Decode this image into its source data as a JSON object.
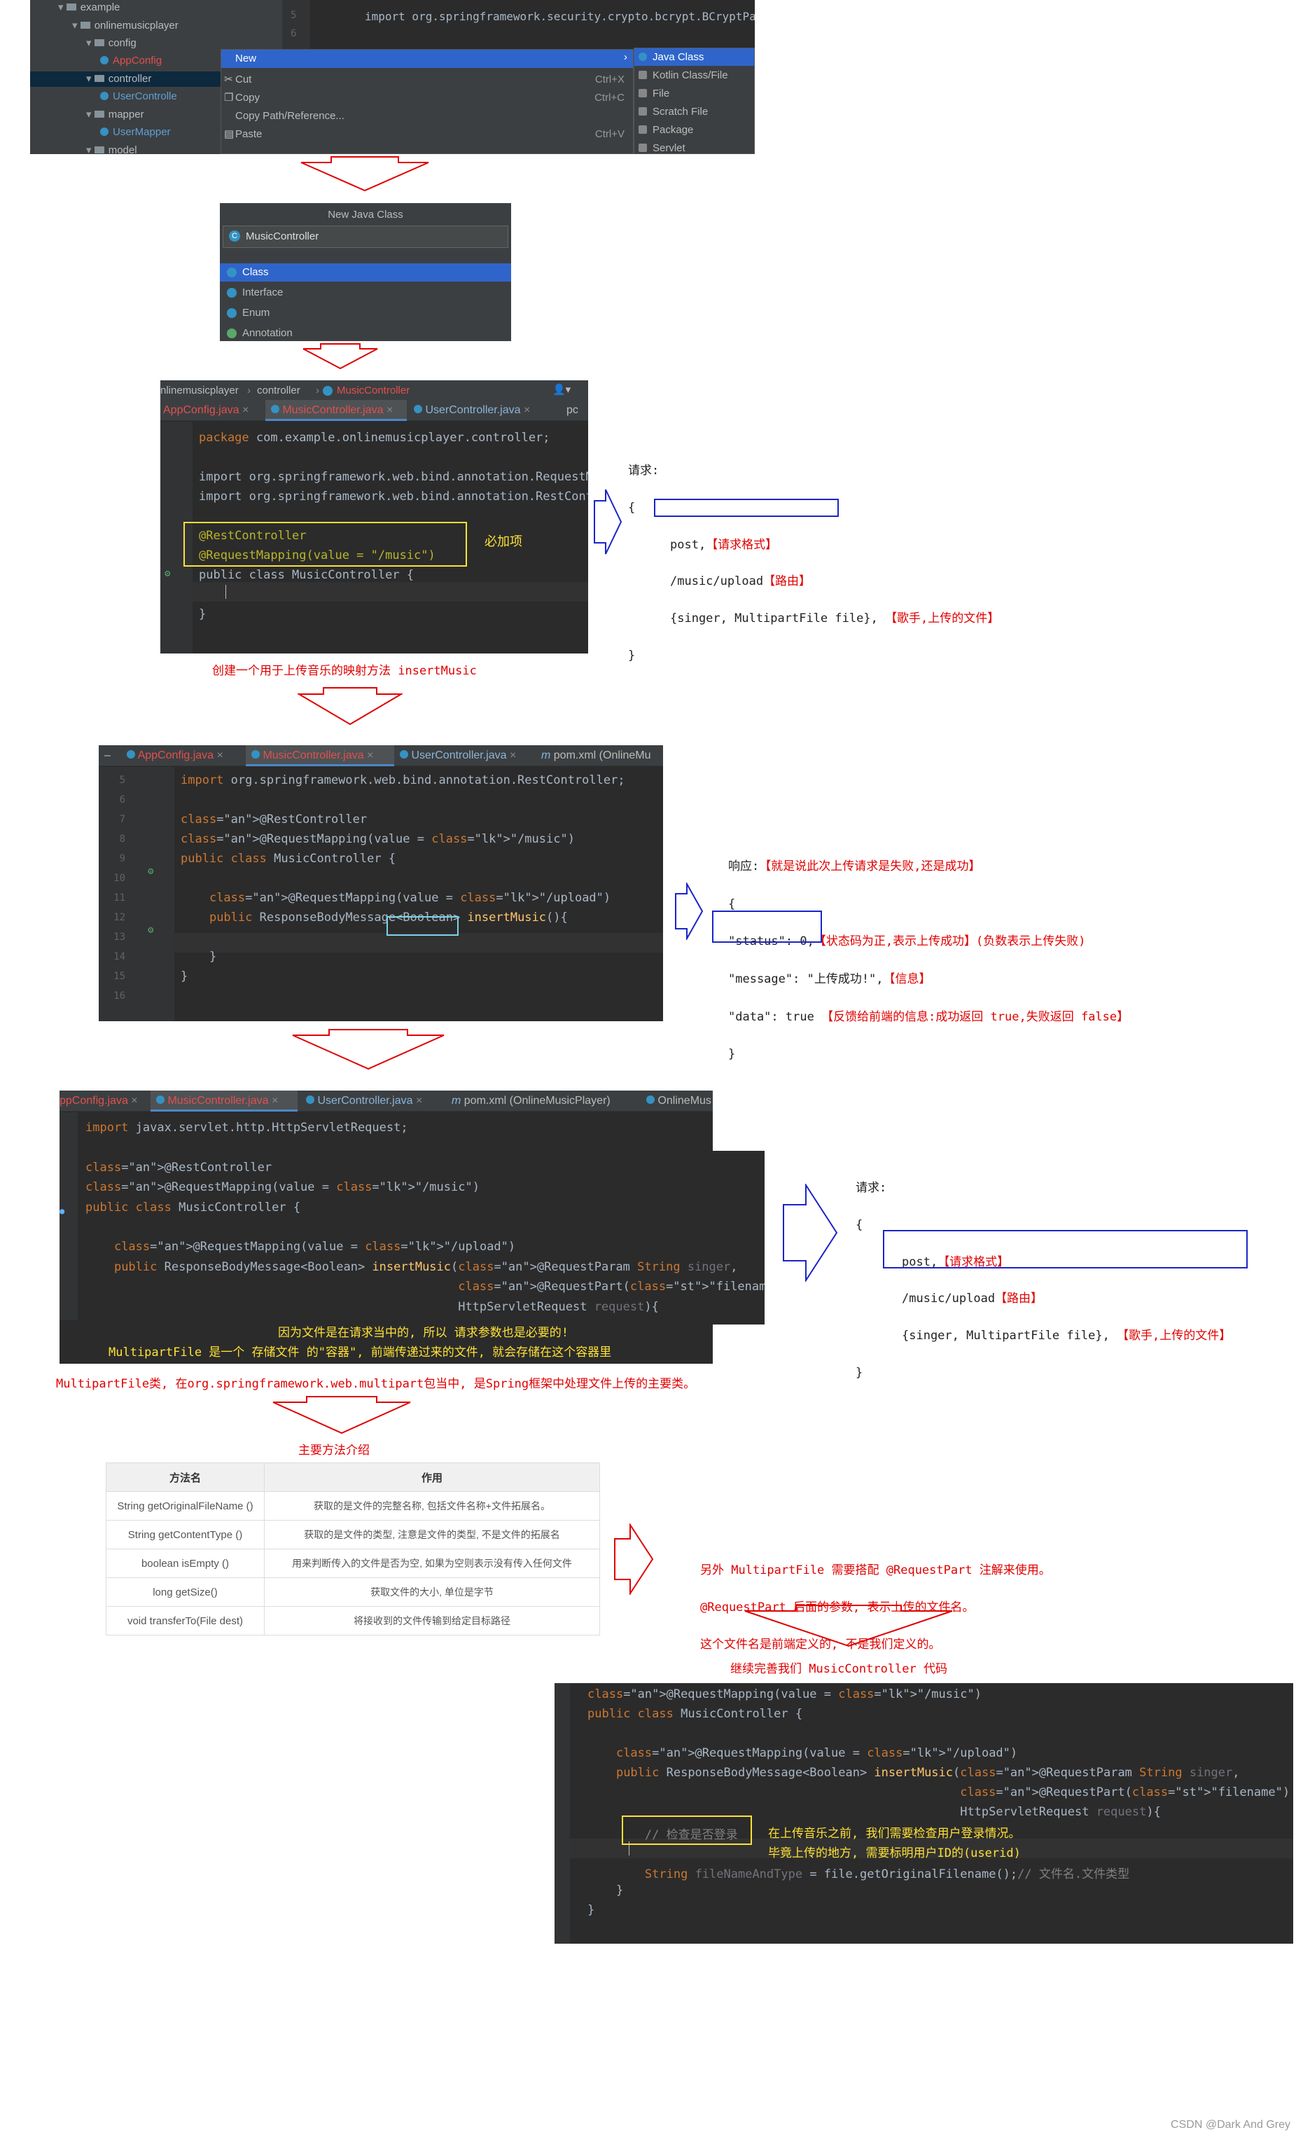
{
  "s1": {
    "tree": [
      {
        "label": "example",
        "indent": 0
      },
      {
        "label": "onlinemusicplayer",
        "indent": 1
      },
      {
        "label": "config",
        "indent": 2
      },
      {
        "label": "AppConfig",
        "indent": 3
      },
      {
        "label": "controller",
        "indent": 2
      },
      {
        "label": "UserControlle",
        "indent": 3
      },
      {
        "label": "mapper",
        "indent": 2
      },
      {
        "label": "UserMapper",
        "indent": 3
      },
      {
        "label": "model",
        "indent": 2
      }
    ],
    "editor_lines": [
      {
        "no": "5",
        "text": "import org.springframework.security.crypto.bcrypt.BCryptPass"
      },
      {
        "no": "6",
        "text": ""
      }
    ],
    "menu": [
      {
        "label": "New",
        "shortcut": ""
      },
      {
        "label": "Cut",
        "shortcut": "Ctrl+X"
      },
      {
        "label": "Copy",
        "shortcut": "Ctrl+C"
      },
      {
        "label": "Copy Path/Reference...",
        "shortcut": ""
      },
      {
        "label": "Paste",
        "shortcut": "Ctrl+V"
      }
    ],
    "submenu": [
      "Java Class",
      "Kotlin Class/File",
      "File",
      "Scratch File",
      "Package",
      "Servlet"
    ]
  },
  "s2": {
    "title": "New Java Class",
    "input_value": "MusicController",
    "options": [
      "Class",
      "Interface",
      "Enum",
      "Annotation"
    ]
  },
  "s3": {
    "breadcrumb": [
      "nlinemusicplayer",
      "controller",
      "MusicController"
    ],
    "tabs": [
      "AppConfig.java",
      "MusicController.java",
      "UserController.java",
      "pc"
    ],
    "lines": [
      {
        "no": "",
        "text": "package com.example.onlinemusicplayer.controller;"
      },
      {
        "no": "",
        "text": ""
      },
      {
        "no": "",
        "text": "import org.springframework.web.bind.annotation.RequestMa"
      },
      {
        "no": "",
        "text": "import org.springframework.web.bind.annotation.RestContr"
      },
      {
        "no": "",
        "text": ""
      },
      {
        "no": "",
        "text": "@RestController"
      },
      {
        "no": "",
        "text": "@RequestMapping(value = \"/music\")"
      },
      {
        "no": "",
        "text": "public class MusicController {"
      },
      {
        "no": "",
        "text": ""
      },
      {
        "no": "",
        "text": "}"
      }
    ],
    "required_note": "必加项",
    "caption": "创建一个用于上传音乐的映射方法 insertMusic",
    "req_title": "请求:",
    "req_open": "{",
    "req_method": "post,",
    "req_method_note": "【请求格式】",
    "req_path": "/music/upload",
    "req_path_note": "【路由】",
    "req_params": "{singer, MultipartFile file},",
    "req_params_note": "【歌手,上传的文件】",
    "req_close": "}"
  },
  "s4": {
    "tabs": [
      "AppConfig.java",
      "MusicController.java",
      "UserController.java",
      "pom.xml (OnlineMu"
    ],
    "lines": [
      {
        "no": "5",
        "text": "import org.springframework.web.bind.annotation.RestController;"
      },
      {
        "no": "6",
        "text": ""
      },
      {
        "no": "7",
        "text": "@RestController"
      },
      {
        "no": "8",
        "text": "@RequestMapping(value = \"/music\")"
      },
      {
        "no": "9",
        "text": "public class MusicController {"
      },
      {
        "no": "10",
        "text": ""
      },
      {
        "no": "11",
        "text": "    @RequestMapping(value = \"/upload\")"
      },
      {
        "no": "12",
        "text": "    public ResponseBodyMessage<Boolean> insertMusic(){"
      },
      {
        "no": "13",
        "text": ""
      },
      {
        "no": "14",
        "text": "    }"
      },
      {
        "no": "15",
        "text": "}"
      },
      {
        "no": "16",
        "text": ""
      }
    ],
    "resp_title": "响应:",
    "resp_title_note": "【就是说此次上传请求是失败,还是成功】",
    "resp_open": "{",
    "resp_status": "\"status\": 0,",
    "resp_status_note": "【状态码为正,表示上传成功】(负数表示上传失败)",
    "resp_message": "\"message\": \"上传成功!\",",
    "resp_message_note": "【信息】",
    "resp_data": "\"data\": true",
    "resp_data_note": "【反馈给前端的信息:成功返回 true,失败返回 false】",
    "resp_close": "}"
  },
  "s5": {
    "tabs": [
      "ppConfig.java",
      "MusicController.java",
      "UserController.java",
      "pom.xml (OnlineMusicPlayer)",
      "OnlineMus"
    ],
    "lines": [
      {
        "text": "import javax.servlet.http.HttpServletRequest;"
      },
      {
        "text": ""
      },
      {
        "text": "@RestController"
      },
      {
        "text": "@RequestMapping(value = \"/music\")"
      },
      {
        "text": "public class MusicController {"
      },
      {
        "text": ""
      },
      {
        "text": "    @RequestMapping(value = \"/upload\")"
      },
      {
        "text": "    public ResponseBodyMessage<Boolean> insertMusic(@RequestParam String singer,"
      },
      {
        "text": "                                                    @RequestPart(\"filename\") MultipartFile file,"
      },
      {
        "text": "                                                    HttpServletRequest request){"
      }
    ],
    "note1": "因为文件是在请求当中的, 所以 请求参数也是必要的!",
    "note2": "MultipartFile 是一个 存储文件 的\"容器\", 前端传递过来的文件, 就会存储在这个容器里",
    "req_title": "请求:",
    "req_open": "{",
    "req_method": "post,",
    "req_method_note": "【请求格式】",
    "req_path": "/music/upload",
    "req_path_note": "【路由】",
    "req_params": "{singer, MultipartFile file},",
    "req_params_note": "【歌手,上传的文件】",
    "req_close": "}",
    "caption": "MultipartFile类, 在org.springframework.web.multipart包当中, 是Spring框架中处理文件上传的主要类。"
  },
  "s6": {
    "title": "主要方法介绍",
    "headers": [
      "方法名",
      "作用"
    ],
    "rows": [
      [
        "String getOriginalFileName ()",
        "获取的是文件的完整名称, 包括文件名称+文件拓展名。"
      ],
      [
        "String getContentType ()",
        "获取的是文件的类型, 注意是文件的类型, 不是文件的拓展名"
      ],
      [
        "boolean isEmpty ()",
        "用来判断传入的文件是否为空, 如果为空则表示没有传入任何文件"
      ],
      [
        "long getSize()",
        "获取文件的大小, 单位是字节"
      ],
      [
        "void transferTo(File dest)",
        "将接收到的文件传输到给定目标路径"
      ]
    ],
    "side1": "另外 MultipartFile 需要搭配 @RequestPart 注解来使用。",
    "side2": "@RequestPart 后面的参数, 表示上传的文件名。",
    "side3": "这个文件名是前端定义的, 不是我们定义的。",
    "continue": "继续完善我们 MusicController 代码"
  },
  "s7": {
    "lines": [
      {
        "text": "@RequestMapping(value = \"/music\")"
      },
      {
        "text": "public class MusicController {"
      },
      {
        "text": ""
      },
      {
        "text": "    @RequestMapping(value = \"/upload\")"
      },
      {
        "text": "    public ResponseBodyMessage<Boolean> insertMusic(@RequestParam String singer,"
      },
      {
        "text": "                                                    @RequestPart(\"filename\") MultipartFile file,"
      },
      {
        "text": "                                                    HttpServletRequest request){"
      },
      {
        "text": "        // 检查是否登录"
      },
      {
        "text": ""
      },
      {
        "text": "        String fileNameAndType = file.getOriginalFilename();// 文件名.文件类型"
      },
      {
        "text": "    }"
      },
      {
        "text": "}"
      }
    ],
    "note1": "在上传音乐之前, 我们需要检查用户登录情况。",
    "note2": "毕竟上传的地方, 需要标明用户ID的(userid)"
  },
  "watermark": "CSDN @Dark And Grey",
  "colors": {
    "red": "#e00000",
    "yellow": "#ffe135",
    "blue": "#1a24c8",
    "ide_bg": "#2b2b2b"
  }
}
